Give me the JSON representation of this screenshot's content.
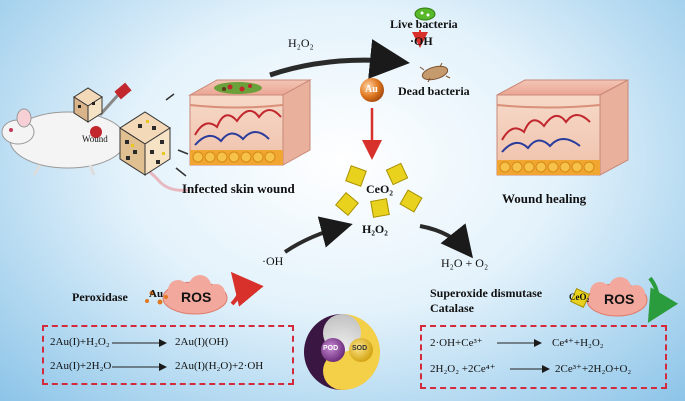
{
  "top_reaction": {
    "h2o2": "H₂O₂",
    "oh_radical": "·OH",
    "live_bacteria": "Live bacteria",
    "dead_bacteria": "Dead bacteria",
    "au_label": "Au"
  },
  "mouse": {
    "wound_label": "Wound"
  },
  "skin": {
    "infected_label": "Infected skin wound",
    "healed_label": "Wound healing"
  },
  "center": {
    "ceo2_label": "CeO₂",
    "h2o2_label": "H₂O₂",
    "oh_input": "·OH",
    "products": "H₂O + O₂"
  },
  "left_panel": {
    "enzyme": "Peroxidase",
    "au_label": "Au",
    "ros_label": "ROS",
    "equations": [
      {
        "lhs": "2Au(I)+H₂O₂",
        "rhs": "2Au(I)(OH)"
      },
      {
        "lhs": "2Au(I)+2H₂O",
        "rhs": "2Au(I)(H₂O)+2·OH"
      }
    ]
  },
  "right_panel": {
    "enzyme_1": "Superoxide dismutase",
    "enzyme_2": "Catalase",
    "ceo2_label": "CeO₂",
    "ros_label": "ROS",
    "equations": [
      {
        "lhs": "2·OH+Ce³⁺",
        "rhs": "Ce⁴⁺+H₂O₂"
      },
      {
        "lhs": "2H₂O₂ +2Ce⁴⁺",
        "rhs": "2Ce³⁺+2H₂O+O₂"
      }
    ]
  },
  "yinyang": {
    "left": "POD",
    "right": "SOD"
  },
  "colors": {
    "dashed_box": "#d32a3c",
    "ros_cloud": "#f2a89c",
    "ceo2": "#e8d21e",
    "gold": "#e07820",
    "arrow_red": "#d8312b",
    "arrow_green": "#2a9c3e"
  }
}
